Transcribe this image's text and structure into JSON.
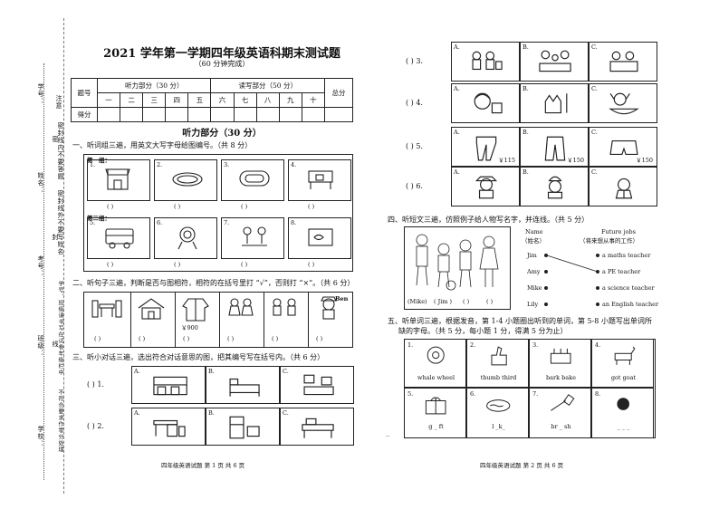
{
  "binding": {
    "labels": [
      "学号：",
      "姓名：",
      "考号：",
      "班级：",
      "学校："
    ],
    "notice_top": "注意",
    "notice_text": [
      "密封线内不要答题",
      "密封线外不要写姓名",
      "学号、班级请书写在试卷年级栏中",
      "不符合要求作零分处理"
    ],
    "seal_chars": [
      "密",
      "封",
      "线"
    ]
  },
  "header": {
    "title": "2021 学年第一学期四年级英语科期末测试题",
    "subtitle": "（60 分钟完成）"
  },
  "score_table": {
    "row1": [
      "题号",
      "听力部分（30 分）",
      "读写部分（50 分）",
      "总分"
    ],
    "numbers": [
      "一",
      "二",
      "三",
      "四",
      "五",
      "六",
      "七",
      "八",
      "九",
      "十"
    ],
    "row3_label": "得分"
  },
  "listening": {
    "section_title": "听力部分（30 分）",
    "q1": {
      "title": "一、听词组三遍，用英文大写字母给图编号。（共 8 分）",
      "group1": "第一组：",
      "group2": "第二组：",
      "items_g1": [
        "1.",
        "2.",
        "3.",
        "4."
      ],
      "items_g2": [
        "5.",
        "6.",
        "7.",
        "8."
      ],
      "icons_g1": [
        "shop-icon",
        "pool-icon",
        "track-icon",
        "desk-icon"
      ],
      "icons_g2": [
        "bus-icon",
        "lion-icon",
        "kids-playing-icon",
        "fish-tank-icon"
      ],
      "answer": "(      )"
    },
    "q2": {
      "title": "二、听句子三遍，判断是否与图相符，相符的在括号里打 “√”，否则打 “×”。（共 6 分）",
      "extra_label": "Ben",
      "price": "￥900",
      "icons": [
        "table-chairs-icon",
        "house-icon",
        "coat-icon",
        "two-girls-icon",
        "boys-icon",
        "man-cap-icon"
      ],
      "answer": "(      )"
    },
    "q3": {
      "title": "三、听小对话三遍，选出符合对话意思的图，把其编号写在括号内。（共 6 分）",
      "rows": [
        {
          "num": "(      ) 1.",
          "options": [
            "A.",
            "B.",
            "C."
          ],
          "icons": [
            "kitchen-icon",
            "bedroom-icon",
            "living-room-icon"
          ]
        },
        {
          "num": "(      ) 2.",
          "options": [
            "A.",
            "B.",
            "C."
          ],
          "icons": [
            "study-desk-icon",
            "fridge-icon",
            "teacher-desk-icon"
          ]
        }
      ]
    },
    "footer": "四年级英语试题      第 1 页      共 6 页"
  },
  "right_page": {
    "q3_continued": [
      {
        "num": "(      ) 3.",
        "options": [
          "A.",
          "B.",
          "C."
        ],
        "icons": [
          "people-icon",
          "family-icon",
          "friends-icon"
        ],
        "prices": []
      },
      {
        "num": "(      ) 4.",
        "options": [
          "A.",
          "B.",
          "C."
        ],
        "icons": [
          "hair-icon",
          "cat-lamp-icon",
          "dog-bowl-icon"
        ],
        "prices": []
      },
      {
        "num": "(      ) 5.",
        "options": [
          "A.",
          "B.",
          "C."
        ],
        "icons": [
          "pants-icon",
          "trousers-icon",
          "shorts-icon"
        ],
        "prices": [
          "￥115",
          "￥150",
          "￥150"
        ]
      },
      {
        "num": "(      ) 6.",
        "options": [
          "A.",
          "B.",
          "C."
        ],
        "icons": [
          "farmer-icon",
          "cook-icon",
          "doctor-icon"
        ],
        "prices": []
      }
    ],
    "q4": {
      "title": "四、听短文三遍，仿照例子给人物写名字，并连线。（共 5 分）",
      "name_header": "Name",
      "name_header_cn": "（姓名）",
      "jobs_header": "Future jobs",
      "jobs_header_cn": "（将来想从事的工作）",
      "names": [
        "Jim",
        "Amy",
        "Mike",
        "Lily"
      ],
      "jobs": [
        "a maths teacher",
        "a PE teacher",
        "a science teacher",
        "an English teacher"
      ],
      "picture_labels": [
        "(Mike)",
        "( Jim )",
        "(      )",
        "(      )"
      ]
    },
    "q5": {
      "title_line1": "五、听单词三遍，根据发音，第 1-4 小题圈出听到的单词，第 5-8 小题写出单词所",
      "title_line2": "缺的字母。（共 5 分，每小题 1 分，得满 5 分为止）",
      "row1": [
        {
          "num": "1.",
          "words": "whale    wheel",
          "icon": "tyre-icon"
        },
        {
          "num": "2.",
          "words": "thumb    third",
          "icon": "thumb-icon"
        },
        {
          "num": "3.",
          "words": "bark    bake",
          "icon": "cake-icon"
        },
        {
          "num": "4.",
          "words": "got    goat",
          "icon": "goat-icon"
        }
      ],
      "row2": [
        {
          "num": "5.",
          "words": "g _ ft",
          "icon": "gift-icon"
        },
        {
          "num": "6.",
          "words": "l _k_",
          "icon": "lake-icon"
        },
        {
          "num": "7.",
          "words": "br _ sh",
          "icon": "brush-icon"
        },
        {
          "num": "8.",
          "words": "_ _ _",
          "icon": "dot-icon"
        }
      ]
    },
    "footer": "四年级英语试题      第 2 页      共 6 页"
  }
}
